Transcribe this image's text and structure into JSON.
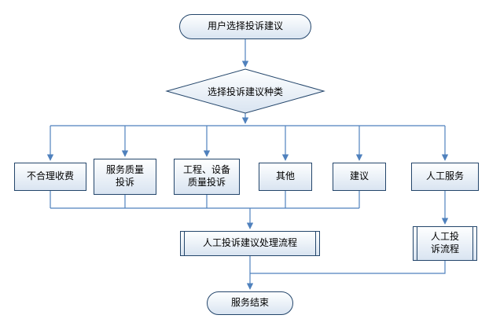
{
  "diagram": {
    "type": "flowchart",
    "nodes": {
      "start": "用户选择投诉建议",
      "decision": "选择投诉建议种类",
      "branch_fee": "不合理收费",
      "branch_service": "服务质量\n投诉",
      "branch_engineering": "工程、设备\n质量投诉",
      "branch_other": "其他",
      "branch_suggestion": "建议",
      "branch_manual": "人工服务",
      "process_main": "人工投诉建议处理流程",
      "process_manual_complaint": "人工投\n诉流程",
      "end": "服务结束"
    },
    "edges": [
      {
        "from": "start",
        "to": "decision"
      },
      {
        "from": "decision",
        "to": "branch_fee"
      },
      {
        "from": "decision",
        "to": "branch_service"
      },
      {
        "from": "decision",
        "to": "branch_engineering"
      },
      {
        "from": "decision",
        "to": "branch_other"
      },
      {
        "from": "decision",
        "to": "branch_suggestion"
      },
      {
        "from": "decision",
        "to": "branch_manual"
      },
      {
        "from": "branch_fee",
        "to": "process_main"
      },
      {
        "from": "branch_service",
        "to": "process_main"
      },
      {
        "from": "branch_engineering",
        "to": "process_main"
      },
      {
        "from": "branch_other",
        "to": "process_main"
      },
      {
        "from": "branch_suggestion",
        "to": "process_main"
      },
      {
        "from": "branch_manual",
        "to": "process_manual_complaint"
      },
      {
        "from": "process_main",
        "to": "end"
      },
      {
        "from": "process_manual_complaint",
        "to": "end"
      }
    ],
    "colors": {
      "line": "#4f81bd",
      "border": "#24466b",
      "fill_top": "#feffff",
      "fill_bottom": "#d9e4f1",
      "text": "#000000",
      "background": "#ffffff"
    }
  }
}
